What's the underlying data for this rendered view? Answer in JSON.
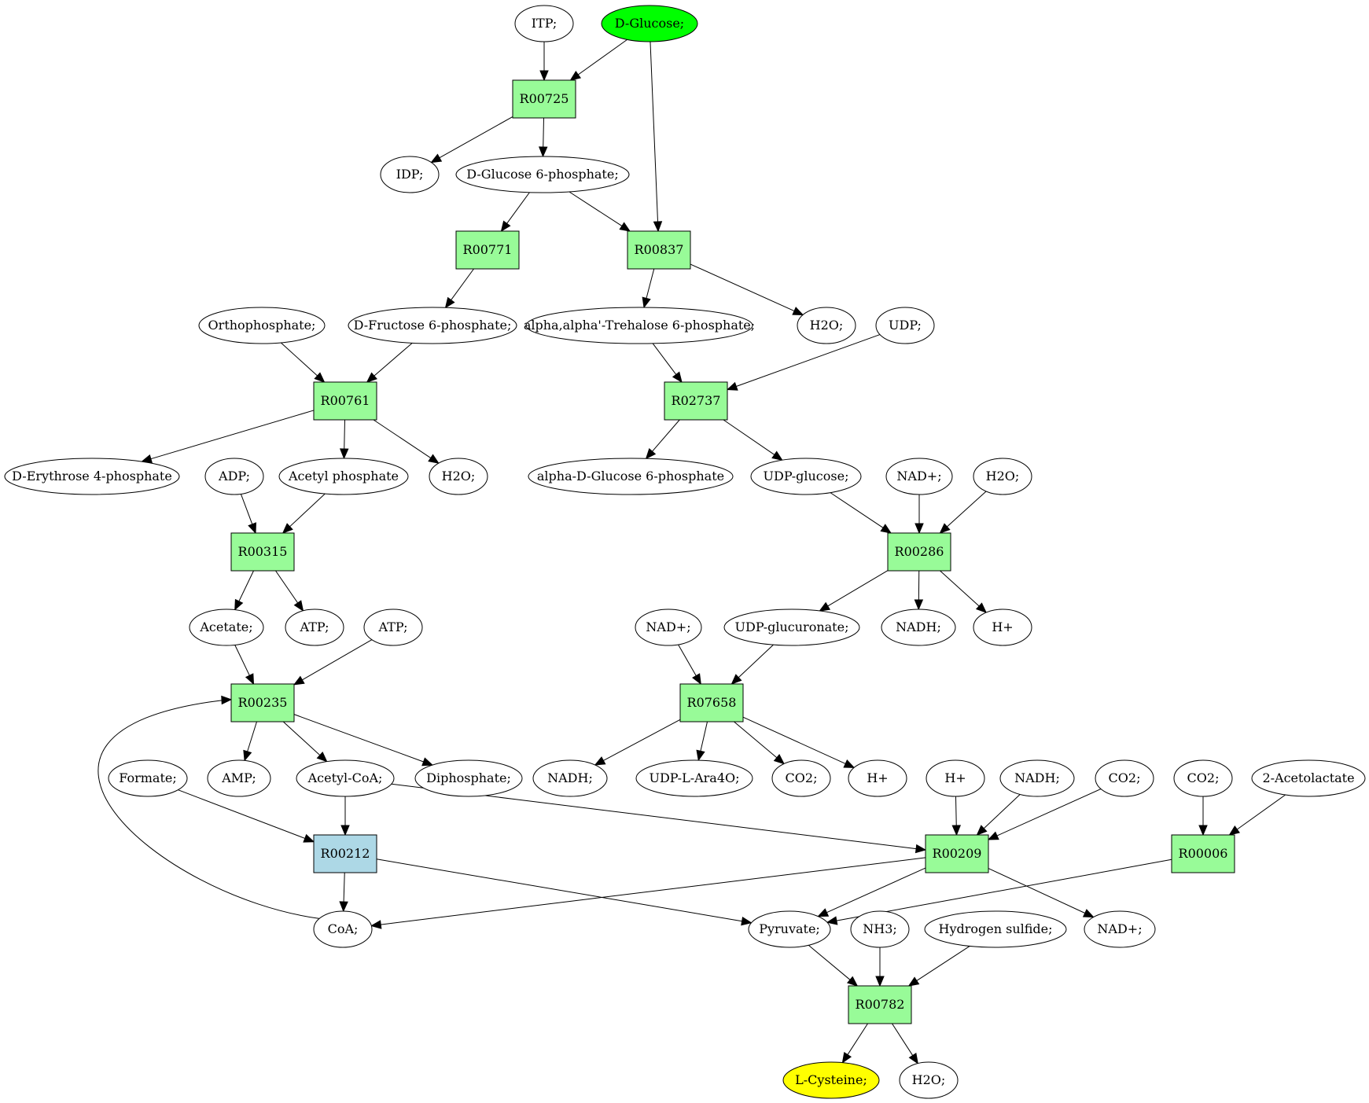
{
  "colors": {
    "reaction": "#98fb98",
    "reaction_highlight": "#add8e6",
    "source": "#00ff00",
    "target": "#ffff00",
    "compound": "#ffffff"
  },
  "nodes": [
    {
      "id": "itp",
      "type": "compound",
      "label": "ITP;"
    },
    {
      "id": "dglucose",
      "type": "compound",
      "label": "D-Glucose;",
      "color": "#00ff00"
    },
    {
      "id": "r00725",
      "type": "reaction",
      "label": "R00725"
    },
    {
      "id": "idp",
      "type": "compound",
      "label": "IDP;"
    },
    {
      "id": "g6p",
      "type": "compound",
      "label": "D-Glucose 6-phosphate;"
    },
    {
      "id": "r00771",
      "type": "reaction",
      "label": "R00771"
    },
    {
      "id": "r00837",
      "type": "reaction",
      "label": "R00837"
    },
    {
      "id": "orthophosphate",
      "type": "compound",
      "label": "Orthophosphate;"
    },
    {
      "id": "f6p",
      "type": "compound",
      "label": "D-Fructose 6-phosphate;"
    },
    {
      "id": "t6p",
      "type": "compound",
      "label": "alpha,alpha'-Trehalose 6-phosphate;"
    },
    {
      "id": "h2o_a",
      "type": "compound",
      "label": "H2O;"
    },
    {
      "id": "udp",
      "type": "compound",
      "label": "UDP;"
    },
    {
      "id": "r00761",
      "type": "reaction",
      "label": "R00761"
    },
    {
      "id": "r02737",
      "type": "reaction",
      "label": "R02737"
    },
    {
      "id": "e4p",
      "type": "compound",
      "label": "D-Erythrose 4-phosphate"
    },
    {
      "id": "adp",
      "type": "compound",
      "label": "ADP;"
    },
    {
      "id": "acetylp",
      "type": "compound",
      "label": "Acetyl phosphate"
    },
    {
      "id": "h2o_b",
      "type": "compound",
      "label": "H2O;"
    },
    {
      "id": "ag6p",
      "type": "compound",
      "label": "alpha-D-Glucose 6-phosphate"
    },
    {
      "id": "udpglc",
      "type": "compound",
      "label": "UDP-glucose;"
    },
    {
      "id": "nad_a",
      "type": "compound",
      "label": "NAD+;"
    },
    {
      "id": "h2o_c",
      "type": "compound",
      "label": "H2O;"
    },
    {
      "id": "r00315",
      "type": "reaction",
      "label": "R00315"
    },
    {
      "id": "r00286",
      "type": "reaction",
      "label": "R00286"
    },
    {
      "id": "acetate",
      "type": "compound",
      "label": "Acetate;"
    },
    {
      "id": "atp_a",
      "type": "compound",
      "label": "ATP;"
    },
    {
      "id": "atp_b",
      "type": "compound",
      "label": "ATP;"
    },
    {
      "id": "nad_b",
      "type": "compound",
      "label": "NAD+;"
    },
    {
      "id": "udpglcur",
      "type": "compound",
      "label": "UDP-glucuronate;"
    },
    {
      "id": "nadh_a",
      "type": "compound",
      "label": "NADH;"
    },
    {
      "id": "hplus_a",
      "type": "compound",
      "label": "H+"
    },
    {
      "id": "r00235",
      "type": "reaction",
      "label": "R00235"
    },
    {
      "id": "r07658",
      "type": "reaction",
      "label": "R07658"
    },
    {
      "id": "formate",
      "type": "compound",
      "label": "Formate;"
    },
    {
      "id": "amp",
      "type": "compound",
      "label": "AMP;"
    },
    {
      "id": "acetylcoa",
      "type": "compound",
      "label": "Acetyl-CoA;"
    },
    {
      "id": "diphosphate",
      "type": "compound",
      "label": "Diphosphate;"
    },
    {
      "id": "nadh_b",
      "type": "compound",
      "label": "NADH;"
    },
    {
      "id": "udpara",
      "type": "compound",
      "label": "UDP-L-Ara4O;"
    },
    {
      "id": "co2_a",
      "type": "compound",
      "label": "CO2;"
    },
    {
      "id": "hplus_b",
      "type": "compound",
      "label": "H+"
    },
    {
      "id": "hplus_c",
      "type": "compound",
      "label": "H+"
    },
    {
      "id": "nadh_c",
      "type": "compound",
      "label": "NADH;"
    },
    {
      "id": "co2_b",
      "type": "compound",
      "label": "CO2;"
    },
    {
      "id": "co2_c",
      "type": "compound",
      "label": "CO2;"
    },
    {
      "id": "acetolactate",
      "type": "compound",
      "label": "2-Acetolactate"
    },
    {
      "id": "r00212",
      "type": "reaction",
      "label": "R00212",
      "color": "#add8e6"
    },
    {
      "id": "r00209",
      "type": "reaction",
      "label": "R00209"
    },
    {
      "id": "r00006",
      "type": "reaction",
      "label": "R00006"
    },
    {
      "id": "coa",
      "type": "compound",
      "label": "CoA;"
    },
    {
      "id": "pyruvate",
      "type": "compound",
      "label": "Pyruvate;"
    },
    {
      "id": "nh3",
      "type": "compound",
      "label": "NH3;"
    },
    {
      "id": "h2s",
      "type": "compound",
      "label": "Hydrogen sulfide;"
    },
    {
      "id": "nad_c",
      "type": "compound",
      "label": "NAD+;"
    },
    {
      "id": "r00782",
      "type": "reaction",
      "label": "R00782"
    },
    {
      "id": "lcys",
      "type": "compound",
      "label": "L-Cysteine;",
      "color": "#ffff00"
    },
    {
      "id": "h2o_d",
      "type": "compound",
      "label": "H2O;"
    }
  ],
  "edges": [
    [
      "itp",
      "r00725"
    ],
    [
      "dglucose",
      "r00725"
    ],
    [
      "dglucose",
      "r00837"
    ],
    [
      "r00725",
      "idp"
    ],
    [
      "r00725",
      "g6p"
    ],
    [
      "g6p",
      "r00771"
    ],
    [
      "g6p",
      "r00837"
    ],
    [
      "r00771",
      "f6p"
    ],
    [
      "r00837",
      "t6p"
    ],
    [
      "r00837",
      "h2o_a"
    ],
    [
      "orthophosphate",
      "r00761"
    ],
    [
      "f6p",
      "r00761"
    ],
    [
      "t6p",
      "r02737"
    ],
    [
      "udp",
      "r02737"
    ],
    [
      "r00761",
      "e4p"
    ],
    [
      "r00761",
      "acetylp"
    ],
    [
      "r00761",
      "h2o_b"
    ],
    [
      "r02737",
      "ag6p"
    ],
    [
      "r02737",
      "udpglc"
    ],
    [
      "adp",
      "r00315"
    ],
    [
      "acetylp",
      "r00315"
    ],
    [
      "udpglc",
      "r00286"
    ],
    [
      "nad_a",
      "r00286"
    ],
    [
      "h2o_c",
      "r00286"
    ],
    [
      "r00315",
      "acetate"
    ],
    [
      "r00315",
      "atp_a"
    ],
    [
      "r00286",
      "udpglcur"
    ],
    [
      "r00286",
      "nadh_a"
    ],
    [
      "r00286",
      "hplus_a"
    ],
    [
      "acetate",
      "r00235"
    ],
    [
      "atp_b",
      "r00235"
    ],
    [
      "coa",
      "r00235"
    ],
    [
      "nad_b",
      "r07658"
    ],
    [
      "udpglcur",
      "r07658"
    ],
    [
      "r00235",
      "amp"
    ],
    [
      "r00235",
      "acetylcoa"
    ],
    [
      "r00235",
      "diphosphate"
    ],
    [
      "r07658",
      "nadh_b"
    ],
    [
      "r07658",
      "udpara"
    ],
    [
      "r07658",
      "co2_a"
    ],
    [
      "r07658",
      "hplus_b"
    ],
    [
      "formate",
      "r00212"
    ],
    [
      "acetylcoa",
      "r00212"
    ],
    [
      "acetylcoa",
      "r00209"
    ],
    [
      "hplus_c",
      "r00209"
    ],
    [
      "nadh_c",
      "r00209"
    ],
    [
      "co2_b",
      "r00209"
    ],
    [
      "co2_c",
      "r00006"
    ],
    [
      "acetolactate",
      "r00006"
    ],
    [
      "r00212",
      "coa"
    ],
    [
      "r00212",
      "pyruvate"
    ],
    [
      "r00209",
      "coa"
    ],
    [
      "r00209",
      "pyruvate"
    ],
    [
      "r00209",
      "nad_c"
    ],
    [
      "r00006",
      "pyruvate"
    ],
    [
      "pyruvate",
      "r00782"
    ],
    [
      "nh3",
      "r00782"
    ],
    [
      "h2s",
      "r00782"
    ],
    [
      "r00782",
      "lcys"
    ],
    [
      "r00782",
      "h2o_d"
    ]
  ]
}
